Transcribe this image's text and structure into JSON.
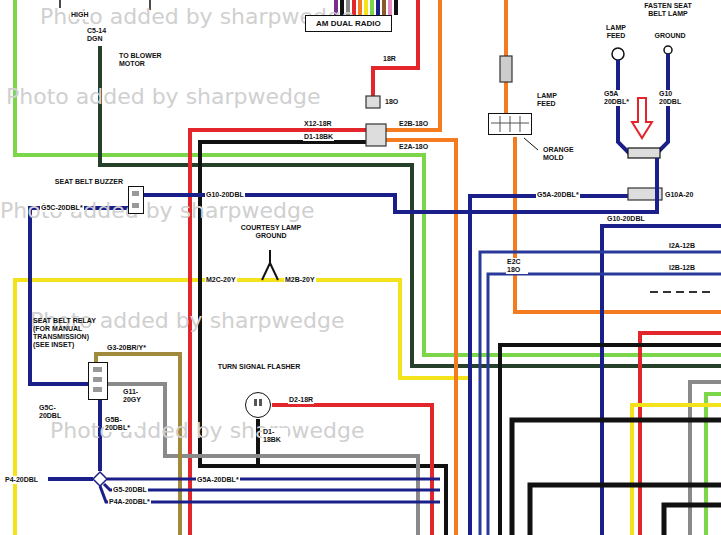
{
  "diagram": {
    "nodes": [
      {
        "text": [
          "AM DUAL RADIO"
        ]
      },
      {
        "text": [
          "FASTEN SEAT BELT LAMP",
          "LAMP FEED",
          "GROUND"
        ]
      },
      {
        "text": [
          "LAMP FEED",
          "ORANGE MOLD"
        ]
      },
      {
        "text": [
          "SEAT BELT BUZZER"
        ]
      },
      {
        "text": [
          "SEAT BELT RELAY (FOR MANUAL TRANSMISSION) (SEE INSET)"
        ]
      },
      {
        "text": [
          "TURN SIGNAL FLASHER"
        ]
      }
    ],
    "edges": [
      {
        "from": 3,
        "to": 1,
        "arrow": "none",
        "label": "G10-20DBL"
      },
      {
        "from": 4,
        "to": 3,
        "arrow": "none",
        "label": "G5C-20DBL*"
      }
    ],
    "labels": [
      "HIGH",
      "C5-14 DGN",
      "TO BLOWER MOTOR",
      "18R",
      "18O",
      "X12-18R",
      "D1-18BK",
      "E2B-18O",
      "E2A-18O",
      "G5A 20DBL*",
      "G10 20DBL",
      "G5A-20DBL*",
      "G10A-20",
      "G10-20DBL",
      "COURTESY LAMP GROUND",
      "M2C-20Y",
      "M2B-20Y",
      "E2C 18O",
      "I2A-12B",
      "I2B-12B",
      "G3-20BR/Y*",
      "G11- 20GY",
      "G5C- 20DBL",
      "G5B- 20DBL*",
      "D2-18R",
      "D1- 18BK",
      "G5A-20DBL*",
      "P4-20DBL",
      "G5-20DBL",
      "P4A-20DBL*",
      "Photo added by sharpwedge",
      "Photo added by sharpwedge",
      "Photo added by sharpwedge",
      "Photo added by sharpwedge",
      "Photo added by sharpwedge"
    ]
  }
}
